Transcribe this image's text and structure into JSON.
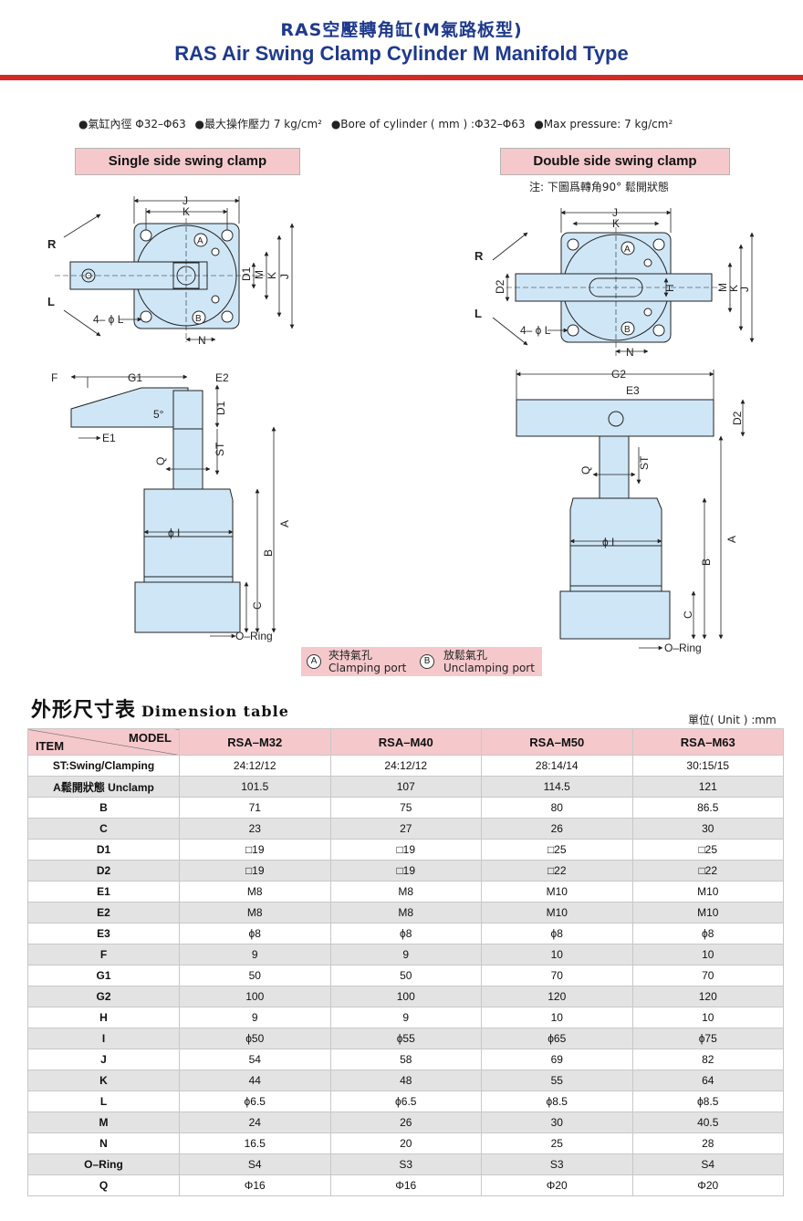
{
  "title_cn": "RAS空壓轉角缸(M氣路板型)",
  "title_en": "RAS Air Swing Clamp Cylinder M Manifold Type",
  "specs": [
    "●氣缸內徑 Φ32–Φ63",
    "●最大操作壓力 7 kg/cm²",
    "●Bore of cylinder ( mm ) :Φ32–Φ63",
    "●Max pressure: 7 kg/cm²"
  ],
  "labels": {
    "single": "Single side swing clamp",
    "double": "Double side swing clamp",
    "note": "注: 下圖爲轉角90° 鬆開狀態"
  },
  "legend": {
    "a": "A",
    "a_cn": "夾持氣孔",
    "a_en": "Clamping port",
    "b": "B",
    "b_cn": "放鬆氣孔",
    "b_en": "Unclamping port"
  },
  "dim": {
    "J": "J",
    "K": "K",
    "R": "R",
    "L": "L",
    "M": "M",
    "D1": "D1",
    "D2": "D2",
    "N": "N",
    "H": "H",
    "holes": "4– ϕ L",
    "F": "F",
    "G1": "G1",
    "G2": "G2",
    "E1": "E1",
    "E2": "E2",
    "E3": "E3",
    "ST": "ST",
    "Q": "Q",
    "A": "A",
    "B": "B",
    "C": "C",
    "phiI": "ϕ I",
    "oring": "O–Ring",
    "deg": "5°",
    "pa": "A",
    "pb": "B"
  },
  "table": {
    "title_cn": "外形尺寸表",
    "title_en": "Dimension table",
    "unit": "單位( Unit ) :mm",
    "model_label": "MODEL",
    "item_label": "ITEM",
    "models": [
      "RSA–M32",
      "RSA–M40",
      "RSA–M50",
      "RSA–M63"
    ],
    "rows": [
      {
        "item": "ST:Swing/Clamping",
        "values": [
          "24:12/12",
          "24:12/12",
          "28:14/14",
          "30:15/15"
        ]
      },
      {
        "item": "A鬆開狀態 Unclamp",
        "values": [
          "101.5",
          "107",
          "114.5",
          "121"
        ]
      },
      {
        "item": "B",
        "values": [
          "71",
          "75",
          "80",
          "86.5"
        ]
      },
      {
        "item": "C",
        "values": [
          "23",
          "27",
          "26",
          "30"
        ]
      },
      {
        "item": "D1",
        "values": [
          "□19",
          "□19",
          "□25",
          "□25"
        ]
      },
      {
        "item": "D2",
        "values": [
          "□19",
          "□19",
          "□22",
          "□22"
        ]
      },
      {
        "item": "E1",
        "values": [
          "M8",
          "M8",
          "M10",
          "M10"
        ]
      },
      {
        "item": "E2",
        "values": [
          "M8",
          "M8",
          "M10",
          "M10"
        ]
      },
      {
        "item": "E3",
        "values": [
          "ϕ8",
          "ϕ8",
          "ϕ8",
          "ϕ8"
        ]
      },
      {
        "item": "F",
        "values": [
          "9",
          "9",
          "10",
          "10"
        ]
      },
      {
        "item": "G1",
        "values": [
          "50",
          "50",
          "70",
          "70"
        ]
      },
      {
        "item": "G2",
        "values": [
          "100",
          "100",
          "120",
          "120"
        ]
      },
      {
        "item": "H",
        "values": [
          "9",
          "9",
          "10",
          "10"
        ]
      },
      {
        "item": "I",
        "values": [
          "ϕ50",
          "ϕ55",
          "ϕ65",
          "ϕ75"
        ]
      },
      {
        "item": "J",
        "values": [
          "54",
          "58",
          "69",
          "82"
        ]
      },
      {
        "item": "K",
        "values": [
          "44",
          "48",
          "55",
          "64"
        ]
      },
      {
        "item": "L",
        "values": [
          "ϕ6.5",
          "ϕ6.5",
          "ϕ8.5",
          "ϕ8.5"
        ]
      },
      {
        "item": "M",
        "values": [
          "24",
          "26",
          "30",
          "40.5"
        ]
      },
      {
        "item": "N",
        "values": [
          "16.5",
          "20",
          "25",
          "28"
        ]
      },
      {
        "item": "O–Ring",
        "values": [
          "S4",
          "S3",
          "S3",
          "S4"
        ]
      },
      {
        "item": "Q",
        "values": [
          "Φ16",
          "Φ16",
          "Φ20",
          "Φ20"
        ]
      }
    ]
  }
}
